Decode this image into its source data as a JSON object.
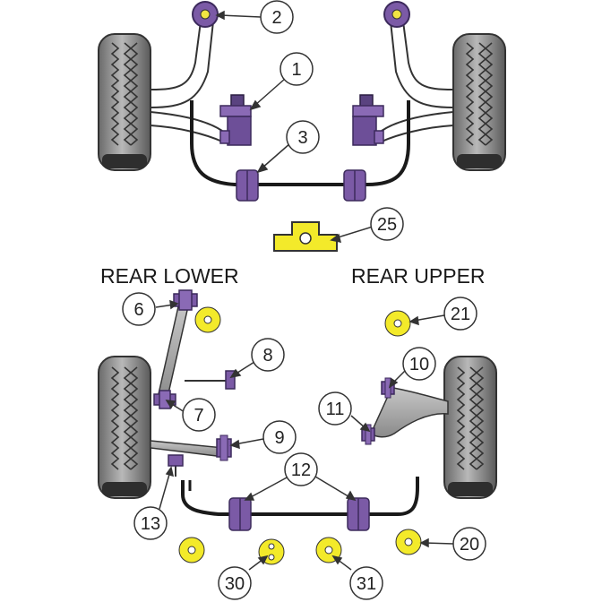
{
  "section_titles": {
    "rear_lower": "REAR LOWER",
    "rear_upper": "REAR UPPER"
  },
  "callouts": {
    "c1": "1",
    "c2": "2",
    "c3": "3",
    "c25": "25",
    "c6": "6",
    "c21": "21",
    "c8": "8",
    "c10": "10",
    "c7": "7",
    "c11": "11",
    "c9": "9",
    "c12": "12",
    "c13": "13",
    "c20": "20",
    "c30": "30",
    "c31": "31"
  },
  "colors": {
    "bush_purple": "#7b5aa6",
    "bush_purple_dark": "#3c2a5c",
    "washer_yellow": "#f3ea2a",
    "tyre_grey": "#9a9a9a",
    "tyre_dark": "#4a4a4a",
    "arm_grey": "#a9a9a9"
  }
}
